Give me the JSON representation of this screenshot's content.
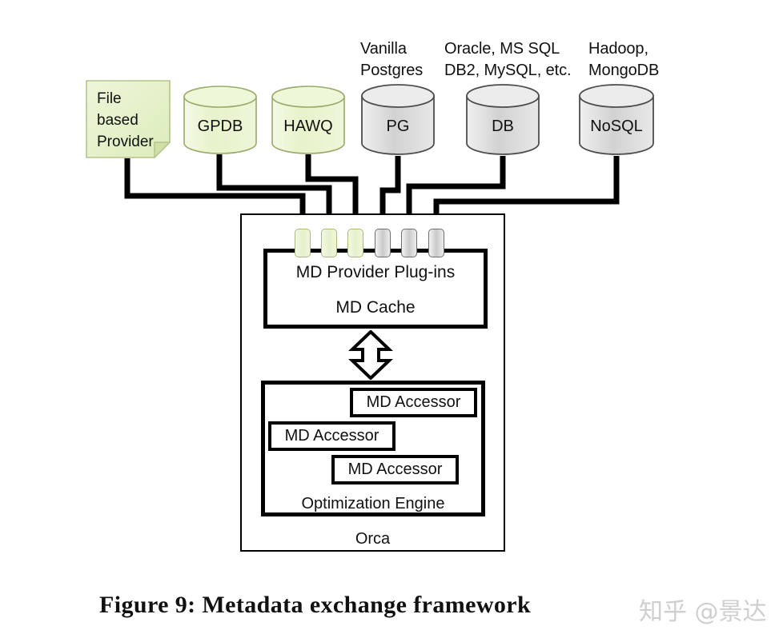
{
  "figure": {
    "caption": "Figure 9: Metadata exchange framework",
    "watermark": "知乎 @景达"
  },
  "sources": [
    {
      "id": "file-based-provider",
      "kind": "note",
      "color": "#e8f2cf",
      "border": "#b5c48a",
      "label": "File\nbased\nProvider",
      "caption": ""
    },
    {
      "id": "gpdb",
      "kind": "cylinder",
      "color": "#e9f4cf",
      "border": "#9aa96a",
      "label": "GPDB",
      "caption": ""
    },
    {
      "id": "hawq",
      "kind": "cylinder",
      "color": "#e9f4cf",
      "border": "#9aa96a",
      "label": "HAWQ",
      "caption": ""
    },
    {
      "id": "pg",
      "kind": "cylinder",
      "color": "#d9d9d9",
      "border": "#4d4d4d",
      "label": "PG",
      "caption": "Vanilla\nPostgres"
    },
    {
      "id": "db",
      "kind": "cylinder",
      "color": "#d9d9d9",
      "border": "#4d4d4d",
      "label": "DB",
      "caption": "Oracle, MS SQL\nDB2, MySQL, etc."
    },
    {
      "id": "nosql",
      "kind": "cylinder",
      "color": "#d9d9d9",
      "border": "#4d4d4d",
      "label": "NoSQL",
      "caption": "Hadoop,\nMongoDB"
    }
  ],
  "orca": {
    "label": "Orca",
    "md_provider": {
      "plugins_label": "MD Provider Plug-ins",
      "cache_label": "MD Cache",
      "chips": [
        {
          "id": "plugin-chip-1",
          "color": "green"
        },
        {
          "id": "plugin-chip-2",
          "color": "green"
        },
        {
          "id": "plugin-chip-3",
          "color": "green"
        },
        {
          "id": "plugin-chip-4",
          "color": "gray"
        },
        {
          "id": "plugin-chip-5",
          "color": "gray"
        },
        {
          "id": "plugin-chip-6",
          "color": "gray"
        }
      ]
    },
    "optimization_engine": {
      "label": "Optimization Engine",
      "accessors": [
        {
          "id": "md-accessor-1",
          "label": "MD Accessor"
        },
        {
          "id": "md-accessor-2",
          "label": "MD Accessor"
        },
        {
          "id": "md-accessor-3",
          "label": "MD Accessor"
        }
      ]
    }
  },
  "colors": {
    "green_fill": "#e9f4cf",
    "green_border": "#9aa96a",
    "gray_fill": "#d9d9d9",
    "gray_border": "#4d4d4d",
    "line": "#000000",
    "watermark": "#cfcfcf"
  }
}
